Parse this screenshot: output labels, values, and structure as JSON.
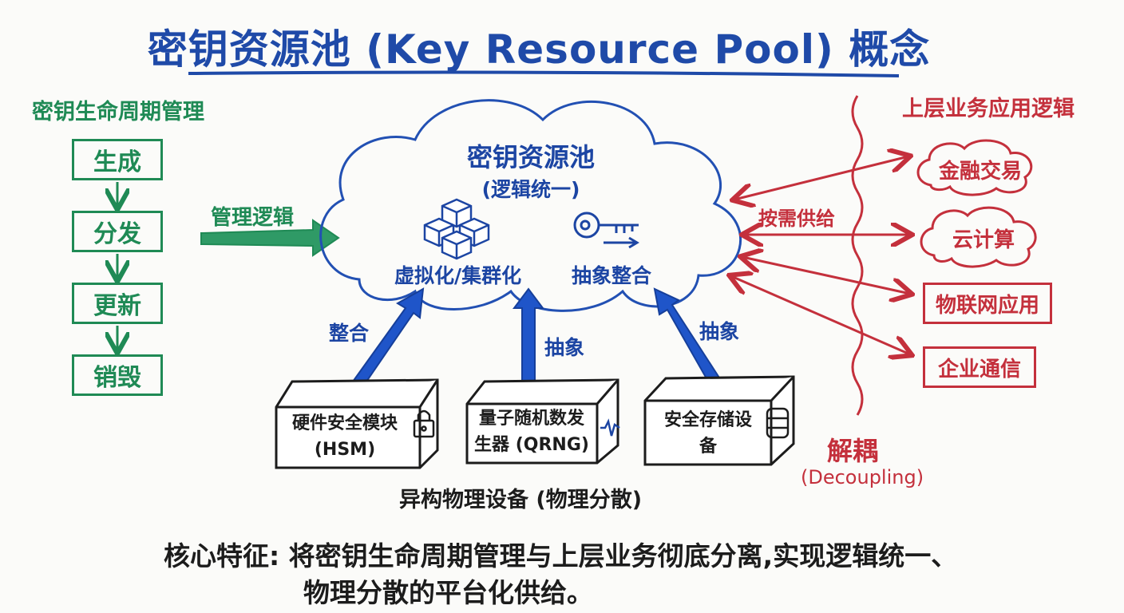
{
  "title": "密钥资源池 (Key Resource Pool) 概念",
  "lifecycle": {
    "title": "密钥生命周期管理",
    "steps": [
      "生成",
      "分发",
      "更新",
      "销毁"
    ]
  },
  "management_logic_label": "管理逻辑",
  "pool": {
    "title": "密钥资源池",
    "subtitle": "(逻辑统一)",
    "virtualization_label": "虚拟化/集群化",
    "abstraction_label": "抽象整合"
  },
  "arrow_labels": {
    "integrate": "整合",
    "abstract_mid": "抽象",
    "abstract_right": "抽象"
  },
  "devices": [
    {
      "line1": "硬件安全模块",
      "line2": "(HSM)",
      "icon": "lock-icon"
    },
    {
      "line1": "量子随机数发",
      "line2": "生器 (QRNG)",
      "icon": "waveform-icon"
    },
    {
      "line1": "安全存储设",
      "line2": "备",
      "icon": "database-icon"
    }
  ],
  "devices_caption": "异构物理设备 (物理分散)",
  "core_feature": {
    "line1": "核心特征: 将密钥生命周期管理与上层业务彻底分离,实现逻辑统一、",
    "line2": "物理分散的平台化供给。"
  },
  "business": {
    "title": "上层业务应用逻辑",
    "on_demand_label": "按需供给",
    "apps": [
      "金融交易",
      "云计算",
      "物联网应用",
      "企业通信"
    ]
  },
  "decoupling": {
    "label": "解耦",
    "label_en": "(Decoupling)"
  },
  "colors": {
    "title_blue": "#1f4aa8",
    "lifecycle_green": "#1f8a55",
    "pool_blue": "#1c45a3",
    "business_red": "#c4303c",
    "text_black": "#1c1c1c"
  }
}
